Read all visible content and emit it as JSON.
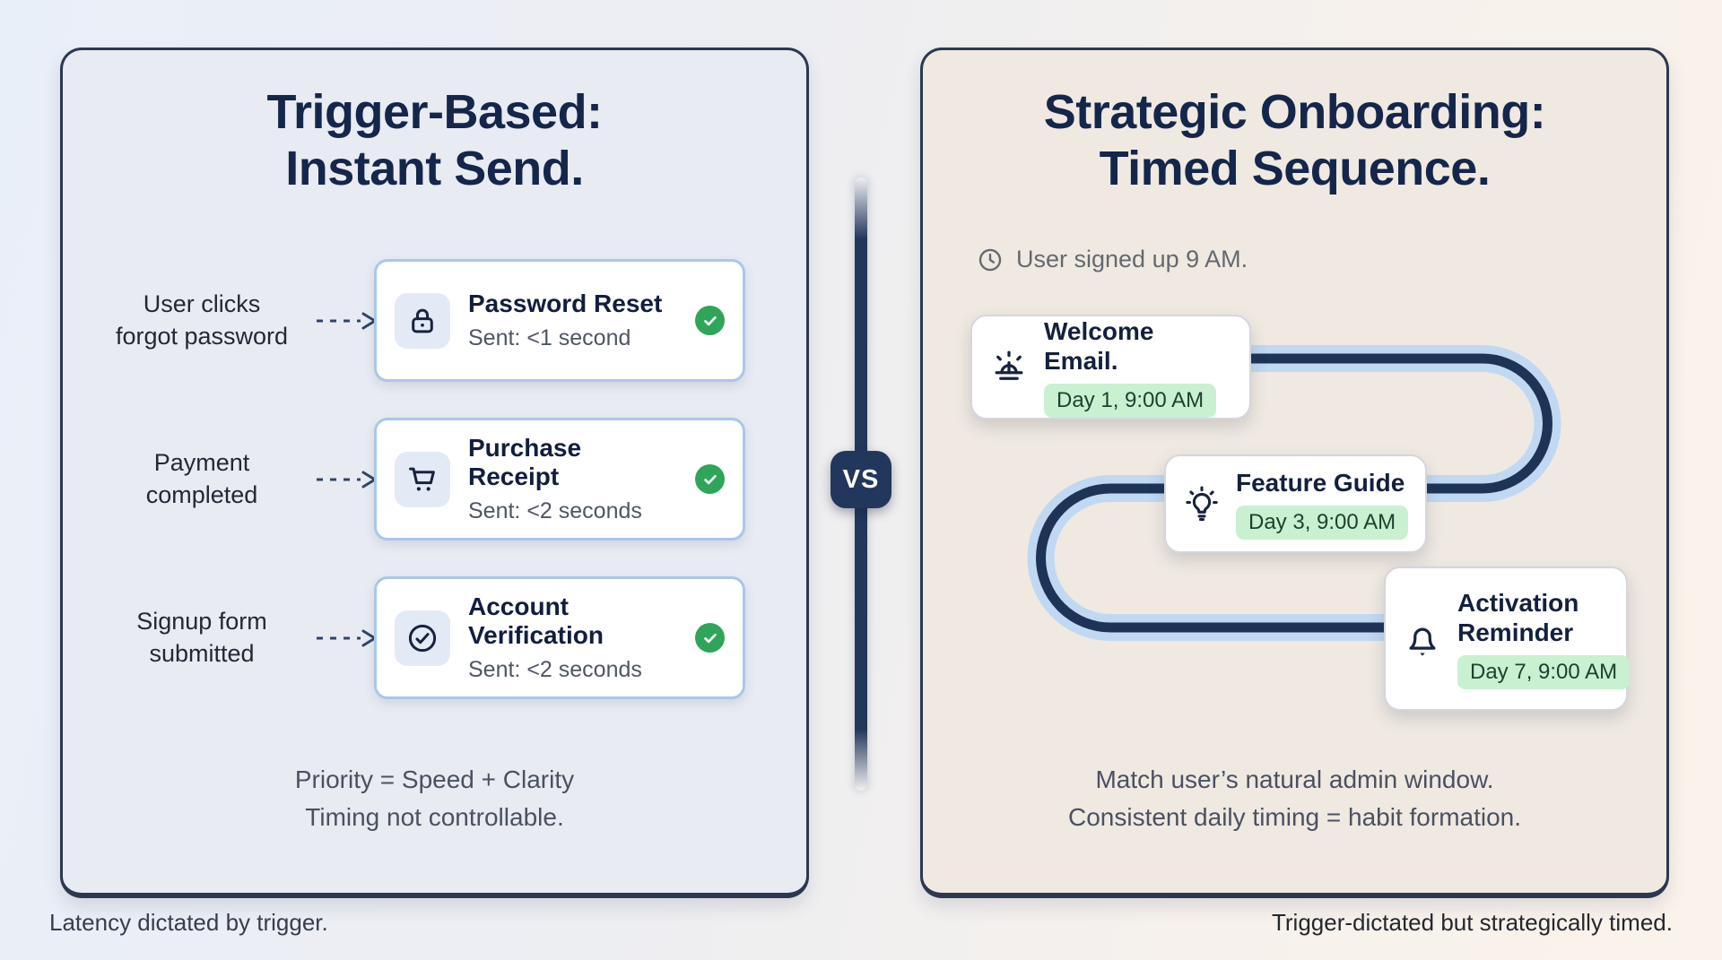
{
  "left_panel": {
    "title_line1": "Trigger-Based:",
    "title_line2": "Instant Send.",
    "rows": [
      {
        "trigger_line1": "User clicks",
        "trigger_line2": "forgot password",
        "icon": "lock-icon",
        "title": "Password Reset",
        "status": "Sent: <1 second"
      },
      {
        "trigger_line1": "Payment",
        "trigger_line2": "completed",
        "icon": "cart-icon",
        "title": "Purchase Receipt",
        "status": "Sent: <2 seconds"
      },
      {
        "trigger_line1": "Signup form",
        "trigger_line2": "submitted",
        "icon": "check-circle-icon",
        "title": "Account Verification",
        "status": "Sent: <2 seconds"
      }
    ],
    "summary_line1": "Priority = Speed + Clarity",
    "summary_line2": "Timing not controllable.",
    "caption": "Latency dictated by trigger."
  },
  "divider": {
    "badge": "VS"
  },
  "right_panel": {
    "title_line1": "Strategic Onboarding:",
    "title_line2": "Timed Sequence.",
    "signup_note": "User signed up 9 AM.",
    "steps": [
      {
        "icon": "sunrise-icon",
        "title": "Welcome Email.",
        "badge": "Day 1, 9:00 AM"
      },
      {
        "icon": "lightbulb-icon",
        "title": "Feature Guide",
        "badge": "Day 3, 9:00 AM"
      },
      {
        "icon": "bell-icon",
        "title": "Activation Reminder",
        "badge": "Day 7, 9:00 AM"
      }
    ],
    "summary_line1": "Match user’s natural admin window.",
    "summary_line2": "Consistent daily timing = habit formation.",
    "caption": "Trigger-dictated but strategically timed."
  },
  "colors": {
    "panel_border": "#2B3850",
    "left_panel_bg": "#E8EBF2",
    "right_panel_bg": "#EFE9E2",
    "card_border_blue": "#A9C7E9",
    "check_green": "#2EA558",
    "pill_green_bg": "#C9F0D1",
    "path_band_blue": "#C1D8F3",
    "path_core_navy": "#1D3457",
    "vs_badge_navy": "#22375C",
    "title_navy": "#15264B"
  }
}
